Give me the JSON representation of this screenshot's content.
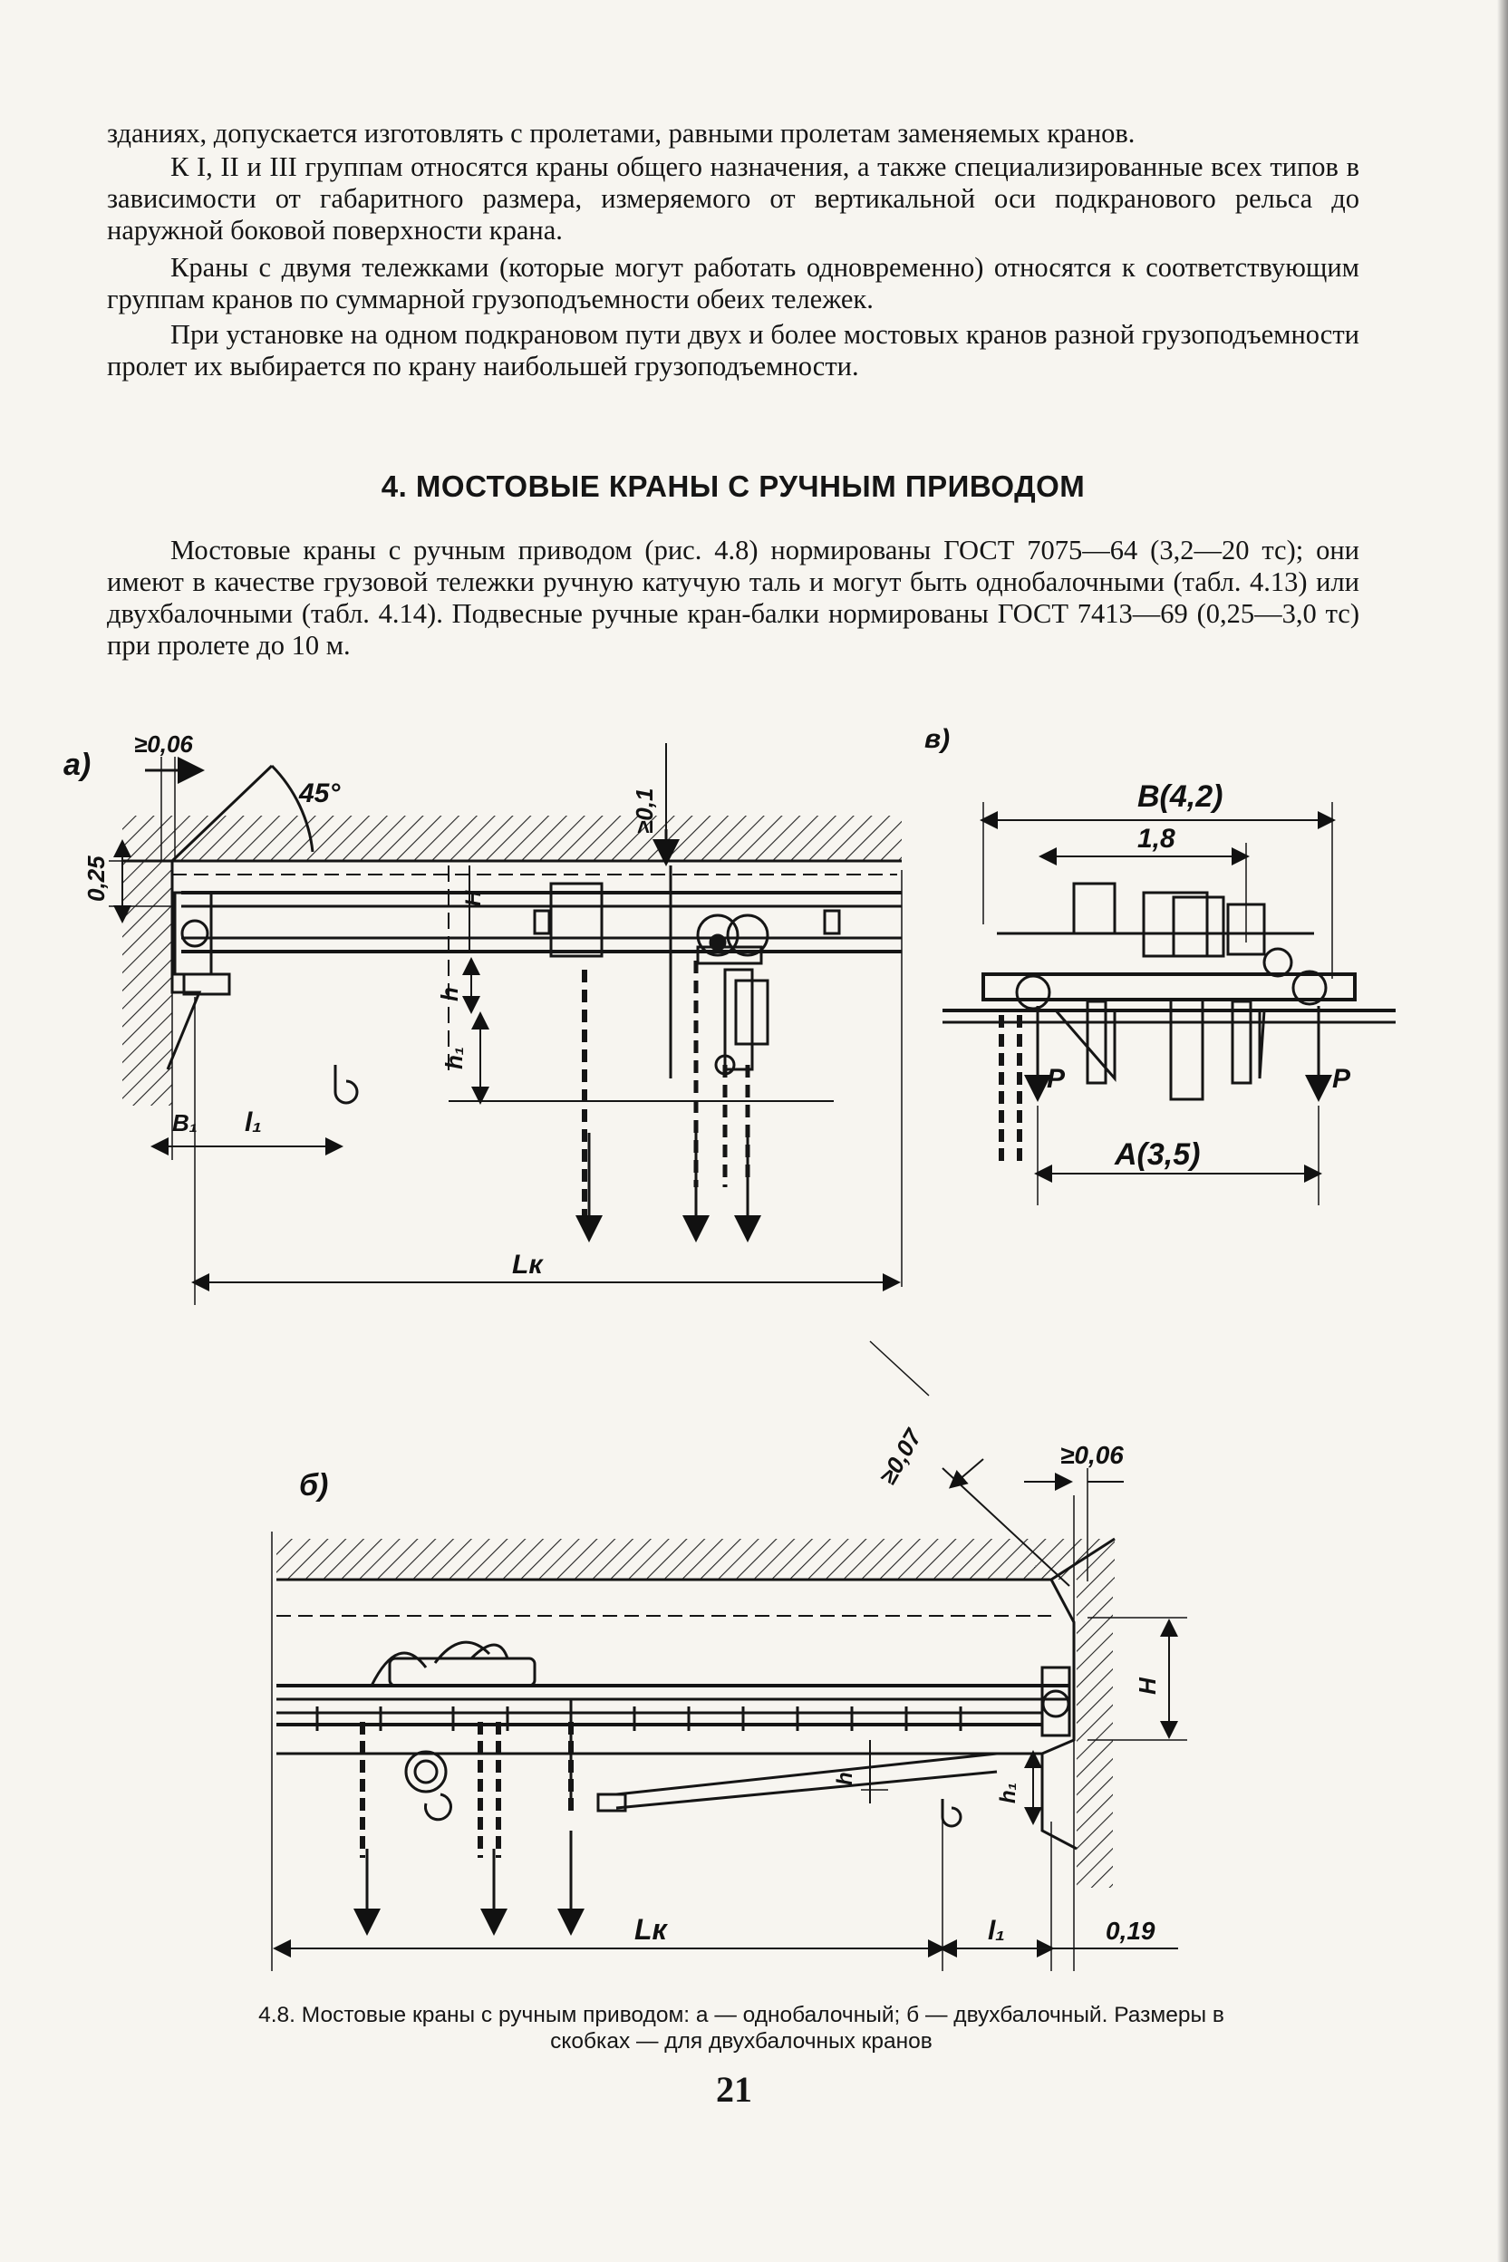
{
  "paragraphs": [
    "зданиях, допускается изготовлять с пролетами, равными пролетам заменяемых кранов.",
    "К I, II и III группам относятся краны общего назначения, а также специализированные всех типов в зависимости от габаритного размера, измеряемого от вертикальной оси подкранового рельса до наружной боковой поверхности крана.",
    "Краны с двумя тележками (которые могут работать одновременно) относятся к соответствующим группам кранов по суммарной грузоподъемности обеих тележек.",
    "При установке на одном подкрановом пути двух и более мостовых кранов разной грузоподъемности пролет их выбирается по крану наибольшей грузоподъемности."
  ],
  "section_heading": "4. МОСТОВЫЕ КРАНЫ С РУЧНЫМ ПРИВОДОМ",
  "section_paragraph": "Мостовые краны с ручным приводом (рис. 4.8) нормированы ГОСТ 7075—64 (3,2—20 тс); они имеют в качестве грузовой тележки ручную катучую таль и могут быть однобалочными (табл. 4.13) или двухбалочными (табл. 4.14). Подвесные ручные кран-балки нормированы ГОСТ 7413—69 (0,25—3,0 тс) при пролете до 10 м.",
  "figure": {
    "a": {
      "panel_label": "а)",
      "dim_top": "≥0,06",
      "angle": "45°",
      "dim_vert": "≥0,1",
      "dim_left": "0,25",
      "dim_H": "H",
      "dim_h": "h",
      "dim_h1": "h₁",
      "dim_B1": "B₁",
      "dim_l1": "l₁",
      "dim_Lk": "Lк"
    },
    "v": {
      "panel_label": "в)",
      "dim_B": "B(4,2)",
      "dim_inner": "1,8",
      "dim_A": "A(3,5)",
      "force_left": "P",
      "force_right": "P"
    },
    "b": {
      "panel_label": "б)",
      "dim_top": "≥0,07",
      "dim_right_top": "≥0,06",
      "dim_H": "H",
      "dim_h": "h",
      "dim_h1": "h₁",
      "dim_Lk": "Lк",
      "dim_l1": "l₁",
      "dim_019": "0,19"
    }
  },
  "caption_line1": "4.8. Мостовые краны с ручным приводом: а — однобалочный; б — двухбалочный. Размеры в",
  "caption_line2": "скобках — для двухбалочных кранов",
  "page_number": "21"
}
